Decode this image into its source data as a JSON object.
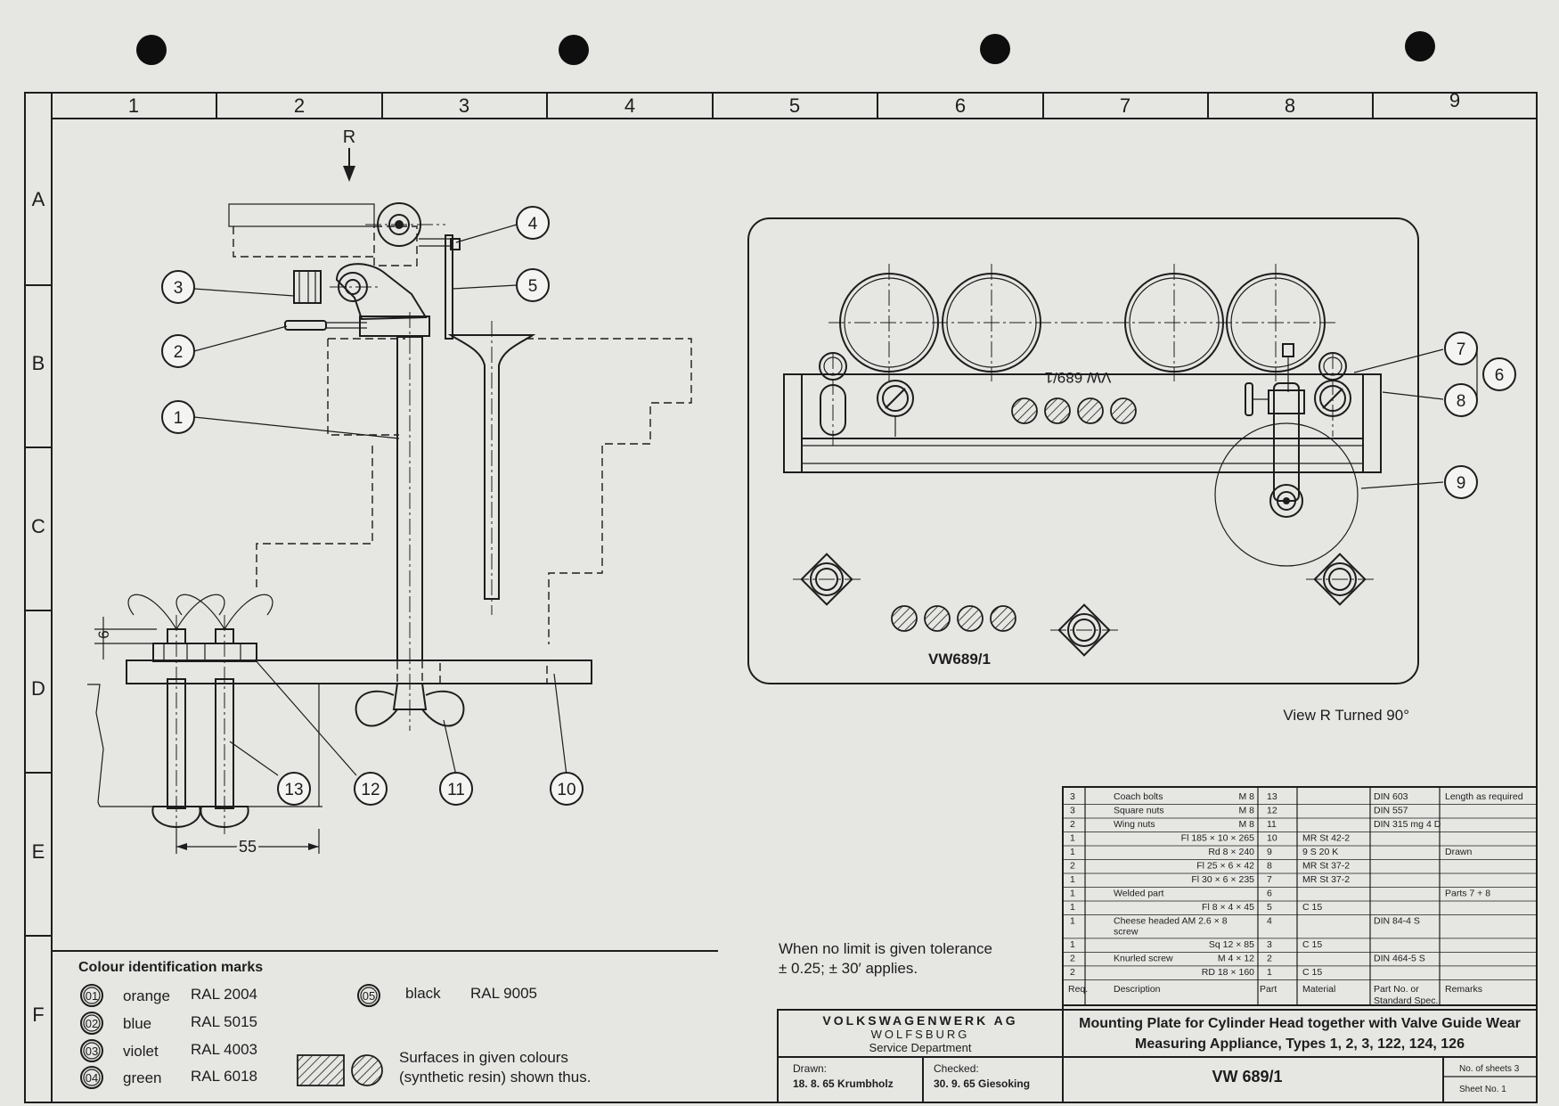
{
  "grid": {
    "columns": [
      "1",
      "2",
      "3",
      "4",
      "5",
      "6",
      "7",
      "8",
      "9"
    ],
    "rows": [
      "A",
      "B",
      "C",
      "D",
      "E",
      "F"
    ]
  },
  "front_view": {
    "view_arrow": "R",
    "balloons": [
      "1",
      "2",
      "3",
      "4",
      "5",
      "10",
      "11",
      "12",
      "13"
    ],
    "dimensions": {
      "nut_height": "6",
      "bolt_spacing": "55"
    }
  },
  "top_view": {
    "engraving_top": "VW 689/1",
    "engraving_bottom": "VW689/1",
    "balloons": [
      "6",
      "7",
      "8",
      "9"
    ],
    "caption": "View R Turned 90°"
  },
  "colour_marks": {
    "title": "Colour identification marks",
    "items": [
      {
        "num": "01",
        "name": "orange",
        "ral": "RAL 2004"
      },
      {
        "num": "02",
        "name": "blue",
        "ral": "RAL 5015"
      },
      {
        "num": "03",
        "name": "violet",
        "ral": "RAL 4003"
      },
      {
        "num": "04",
        "name": "green",
        "ral": "RAL 6018"
      },
      {
        "num": "05",
        "name": "black",
        "ral": "RAL 9005"
      }
    ],
    "surfaces_note_1": "Surfaces in given colours",
    "surfaces_note_2": "(synthetic resin) shown thus."
  },
  "tolerance_note": {
    "line1": "When no limit is given tolerance",
    "line2": "± 0.25; ± 30′ applies."
  },
  "parts_list": {
    "headers": {
      "req": "Req.",
      "description": "Description",
      "part": "Part",
      "material": "Material",
      "part_no_1": "Part No. or",
      "part_no_2": "Standard Spec.",
      "remarks": "Remarks"
    },
    "rows": [
      {
        "req": "3",
        "desc": "Coach bolts",
        "size": "M 8",
        "part": "13",
        "mat": "",
        "std": "DIN 603",
        "rem": "Length as required"
      },
      {
        "req": "3",
        "desc": "Square nuts",
        "size": "M 8",
        "part": "12",
        "mat": "",
        "std": "DIN 557",
        "rem": ""
      },
      {
        "req": "2",
        "desc": "Wing nuts",
        "size": "M 8",
        "part": "11",
        "mat": "",
        "std": "DIN 315 mg 4 D",
        "rem": ""
      },
      {
        "req": "1",
        "desc": "",
        "size": "Fl 185 × 10 × 265",
        "part": "10",
        "mat": "MR St 42-2",
        "std": "",
        "rem": ""
      },
      {
        "req": "1",
        "desc": "",
        "size": "Rd 8 × 240",
        "part": "9",
        "mat": "9 S 20 K",
        "std": "",
        "rem": "Drawn"
      },
      {
        "req": "2",
        "desc": "",
        "size": "Fl 25 × 6 × 42",
        "part": "8",
        "mat": "MR St 37-2",
        "std": "",
        "rem": ""
      },
      {
        "req": "1",
        "desc": "",
        "size": "Fl 30 × 6 × 235",
        "part": "7",
        "mat": "MR St 37-2",
        "std": "",
        "rem": ""
      },
      {
        "req": "1",
        "desc": "Welded part",
        "size": "",
        "part": "6",
        "mat": "",
        "std": "",
        "rem": "Parts 7 + 8"
      },
      {
        "req": "1",
        "desc": "",
        "size": "Fl 8 × 4 × 45",
        "part": "5",
        "mat": "C 15",
        "std": "",
        "rem": ""
      },
      {
        "req": "1",
        "desc": "Cheese headed AM 2.6 × 8",
        "desc2": "screw",
        "size": "",
        "part": "4",
        "mat": "",
        "std": "DIN 84-4 S",
        "rem": ""
      },
      {
        "req": "1",
        "desc": "",
        "size": "Sq 12 × 85",
        "part": "3",
        "mat": "C 15",
        "std": "",
        "rem": ""
      },
      {
        "req": "2",
        "desc": "Knurled screw",
        "size": "M 4 × 12",
        "part": "2",
        "mat": "",
        "std": "DIN 464-5 S",
        "rem": ""
      },
      {
        "req": "2",
        "desc": "",
        "size": "RD 18 × 160",
        "part": "1",
        "mat": "C 15",
        "std": "",
        "rem": ""
      }
    ]
  },
  "title_block": {
    "company": "VOLKSWAGENWERK AG",
    "city": "WOLFSBURG",
    "department": "Service Department",
    "drawn_label": "Drawn:",
    "drawn_value": "18. 8. 65 Krumbholz",
    "checked_label": "Checked:",
    "checked_value": "30. 9. 65 Giesoking",
    "title_line1": "Mounting Plate for Cylinder Head together with Valve Guide Wear",
    "title_line2": "Measuring Appliance, Types 1, 2, 3, 122, 124, 126",
    "drawing_no": "VW 689/1",
    "sheets_label": "No. of sheets 3",
    "sheet_no_label": "Sheet No. 1"
  }
}
